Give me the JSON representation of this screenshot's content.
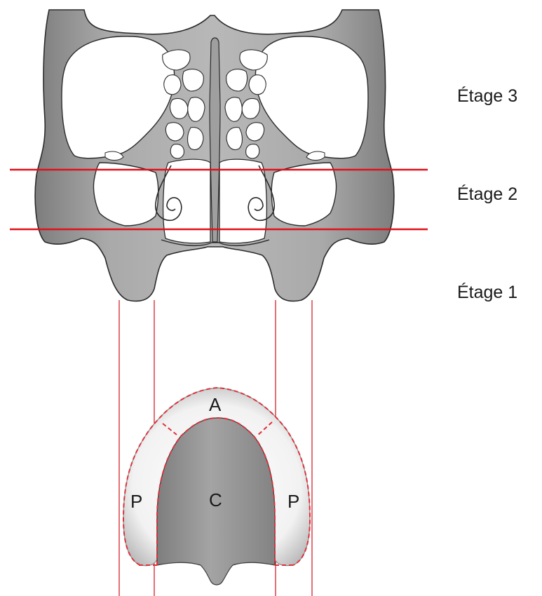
{
  "diagram": {
    "stages": [
      {
        "label": "Étage 3"
      },
      {
        "label": "Étage 2"
      },
      {
        "label": "Étage 1"
      }
    ],
    "zones": {
      "anterior": "A",
      "central": "C",
      "posterior_left": "P",
      "posterior_right": "P"
    },
    "colors": {
      "bone": "#8c8c8c",
      "bone_dark": "#6e6e6e",
      "outline": "#2b2b2b",
      "section_line": "#e0101a",
      "zone_border": "#e0303a",
      "palate_center": "#9a9a9a"
    }
  }
}
